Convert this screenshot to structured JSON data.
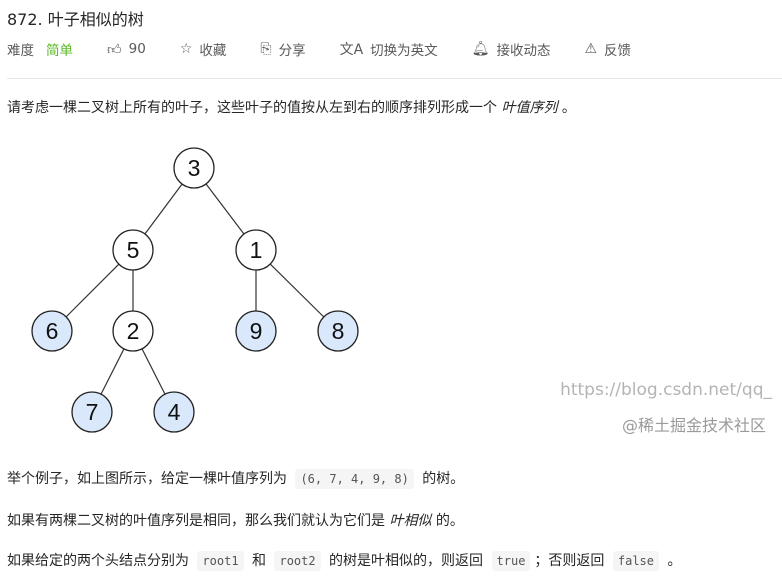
{
  "title": "872. 叶子相似的树",
  "meta": {
    "difficulty_label": "难度",
    "difficulty": "简单",
    "difficulty_color": "#5ab726",
    "likes": "90",
    "favorite": "收藏",
    "share": "分享",
    "translate": "切换为英文",
    "subscribe": "接收动态",
    "feedback": "反馈"
  },
  "desc": {
    "p1": "请考虑一棵二叉树上所有的叶子，这些叶子的值按从左到右的顺序排列形成一个 ",
    "p1_em": "叶值序列",
    "p1_end": " 。",
    "p2": "举个例子，如上图所示，给定一棵叶值序列为 ",
    "p2_code": "(6, 7, 4, 9, 8)",
    "p2_end": " 的树。",
    "p3": "如果有两棵二叉树的叶值序列是相同，那么我们就认为它们是 ",
    "p3_em": "叶相似",
    "p3_end": " 的。",
    "p4": "如果给定的两个头结点分别为 ",
    "p4_code1": "root1",
    "p4_mid1": " 和 ",
    "p4_code2": "root2",
    "p4_mid2": " 的树是叶相似的，则返回 ",
    "p4_code3": "true",
    "p4_mid3": "；否则返回 ",
    "p4_code4": "false",
    "p4_end": " 。"
  },
  "tree": {
    "leaf_color": "#dae8fc",
    "nodes": [
      {
        "id": "n3",
        "label": "3",
        "leaf": false
      },
      {
        "id": "n5",
        "label": "5",
        "leaf": false
      },
      {
        "id": "n1",
        "label": "1",
        "leaf": false
      },
      {
        "id": "n6",
        "label": "6",
        "leaf": true
      },
      {
        "id": "n2",
        "label": "2",
        "leaf": false
      },
      {
        "id": "n9",
        "label": "9",
        "leaf": true
      },
      {
        "id": "n8",
        "label": "8",
        "leaf": true
      },
      {
        "id": "n7",
        "label": "7",
        "leaf": true
      },
      {
        "id": "n4",
        "label": "4",
        "leaf": true
      }
    ],
    "edges": [
      [
        "n3",
        "n5"
      ],
      [
        "n3",
        "n1"
      ],
      [
        "n5",
        "n6"
      ],
      [
        "n5",
        "n2"
      ],
      [
        "n1",
        "n9"
      ],
      [
        "n1",
        "n8"
      ],
      [
        "n2",
        "n7"
      ],
      [
        "n2",
        "n4"
      ]
    ]
  },
  "watermark": {
    "url": "https://blog.csdn.net/qq_",
    "brand": "@稀土掘金技术社区"
  }
}
